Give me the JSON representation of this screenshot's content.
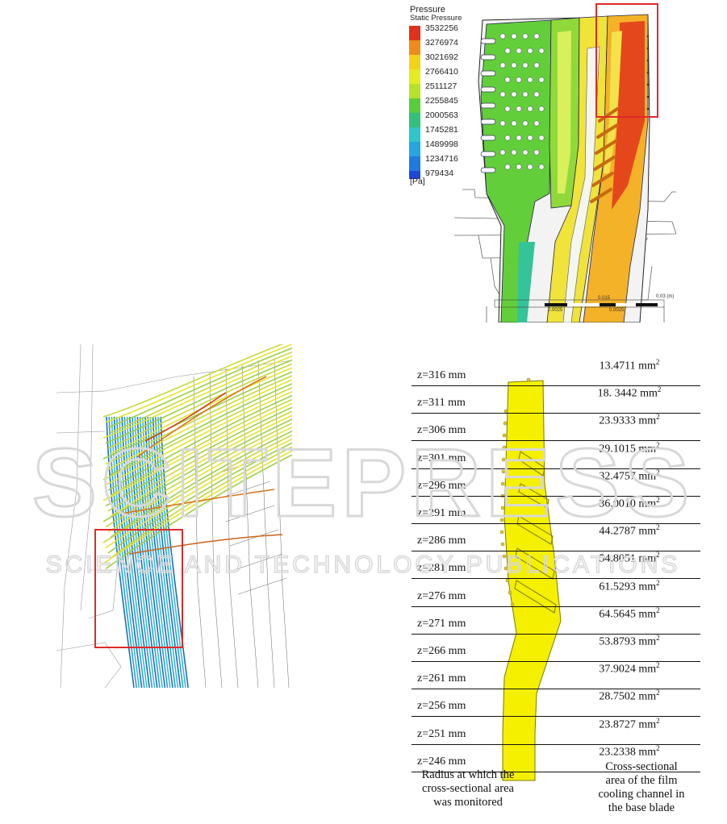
{
  "pressure_legend": {
    "title": "Pressure",
    "subtitle": "Static Pressure",
    "unit": "[Pa]",
    "values": [
      "3532256",
      "3276974",
      "3021692",
      "2766410",
      "2511127",
      "2255845",
      "2000563",
      "1745281",
      "1489998",
      "1234716",
      "979434"
    ],
    "colors": [
      "#e0321a",
      "#ef8a1c",
      "#f4d21a",
      "#e6ec1f",
      "#b6e22a",
      "#58cc3a",
      "#33c17a",
      "#2fc6c9",
      "#25a6e0",
      "#2079e0",
      "#1e47d8"
    ]
  },
  "scale_bar": {
    "top": "0.03  (m)",
    "mid": "0.015",
    "left": "0.0025",
    "right": "0.0025"
  },
  "sections": {
    "rows": [
      {
        "z": "z=316 mm",
        "area": "13.4711 mm",
        "exp": "2"
      },
      {
        "z": "z=311 mm",
        "area": "18. 3442 mm",
        "exp": "2"
      },
      {
        "z": "z=306 mm",
        "area": "23.9333 mm",
        "exp": "2"
      },
      {
        "z": "z=301 mm",
        "area": "29.1015 mm",
        "exp": "2"
      },
      {
        "z": "z=296 mm",
        "area": "32.4757 mm",
        "exp": "2"
      },
      {
        "z": "z=291 mm",
        "area": "36.0010 mm",
        "exp": "2"
      },
      {
        "z": "z=286 mm",
        "area": "44.2787 mm",
        "exp": "2"
      },
      {
        "z": "z=281 mm",
        "area": "54.8051 mm",
        "exp": "2"
      },
      {
        "z": "z=276 mm",
        "area": "61.5293 mm",
        "exp": "2"
      },
      {
        "z": "z=271 mm",
        "area": "64.5645 mm",
        "exp": "2"
      },
      {
        "z": "z=266 mm",
        "area": "53.8793 mm",
        "exp": "2"
      },
      {
        "z": "z=261 mm",
        "area": "37.9024 mm",
        "exp": "2"
      },
      {
        "z": "z=256 mm",
        "area": "28.7502 mm",
        "exp": "2"
      },
      {
        "z": "z=251 mm",
        "area": "23.8727 mm",
        "exp": "2"
      },
      {
        "z": "z=246 mm",
        "area": "23.2338 mm",
        "exp": "2"
      }
    ],
    "caption_left": [
      "Radius at which the",
      "cross-sectional area",
      "was monitored"
    ],
    "caption_right": [
      "Cross-sectional",
      "area of the film",
      "cooling channel in",
      "the base blade"
    ]
  },
  "watermark": {
    "main": "SCITEPRESS",
    "sub": "SCIENCE AND TECHNOLOGY PUBLICATIONS"
  },
  "colors": {
    "highlight_box": "#e02a2a",
    "blade_yellow": "#f5f000",
    "stream_blue": "#1f8fd0",
    "stream_yellow": "#d8e23a"
  }
}
